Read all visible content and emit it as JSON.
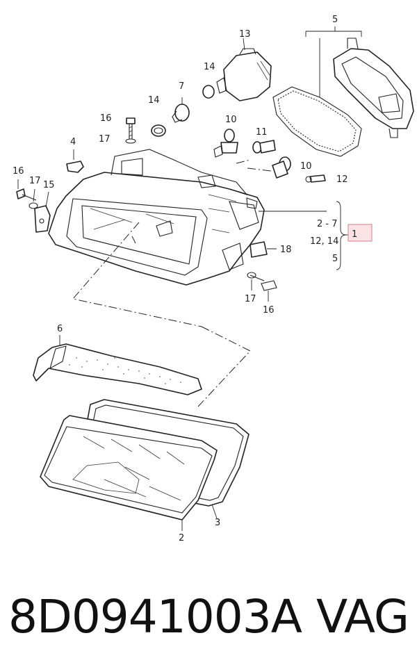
{
  "labels": {
    "l1": "1",
    "l2": "2",
    "l3": "3",
    "l4": "4",
    "l5": "5",
    "l6": "6",
    "l7": "7",
    "l10a": "10",
    "l10b": "10",
    "l11": "11",
    "l12": "12",
    "l13": "13",
    "l14a": "14",
    "l14b": "14",
    "l15": "15",
    "l16a": "16",
    "l16b": "16",
    "l16c": "16",
    "l17a": "17",
    "l17b": "17",
    "l17c": "17",
    "l18": "18",
    "range_2_7": "2 - 7",
    "range_12_14": "12, 14",
    "range_5": "5"
  },
  "footer": {
    "part_number": "8D0941003A",
    "brand": "VAG"
  },
  "colors": {
    "highlight_fill": "#fbe3e6",
    "highlight_stroke": "#e07a8a",
    "line": "#222222"
  }
}
